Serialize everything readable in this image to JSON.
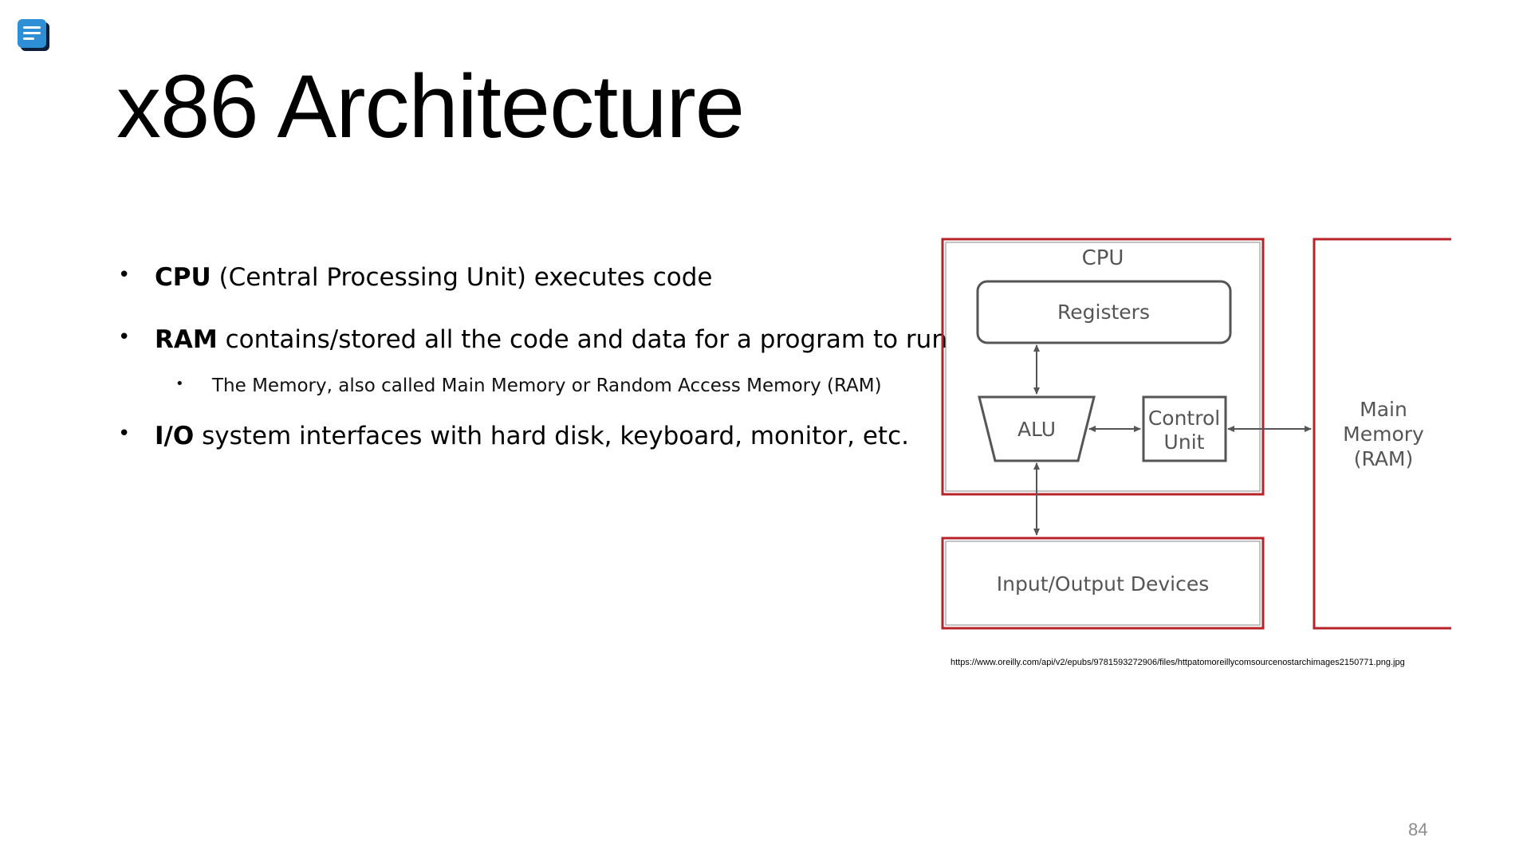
{
  "title": "x86 Architecture",
  "bullets": {
    "cpu": {
      "term": "CPU",
      "rest": " (Central Processing Unit) executes code"
    },
    "ram": {
      "term": "RAM",
      "rest": " contains/stored all the code and data for a program to run",
      "sub": "The Memory, also called Main Memory or Random Access Memory (RAM)"
    },
    "io": {
      "term": "I/O",
      "rest": " system interfaces with hard disk, keyboard, monitor, etc."
    }
  },
  "diagram": {
    "cpu_label": "CPU",
    "registers_label": "Registers",
    "alu_label": "ALU",
    "control_unit_line1": "Control",
    "control_unit_line2": "Unit",
    "main_memory_line1": "Main",
    "main_memory_line2": "Memory",
    "main_memory_line3": "(RAM)",
    "io_label": "Input/Output Devices",
    "highlight_color": "#b8232a",
    "line_color": "#555555"
  },
  "source_url": "https://www.oreilly.com/api/v2/epubs/9781593272906/files/httpatomoreillycomsourcenostarchimages2150771.png.jpg",
  "page_number": "84",
  "icons": {
    "app": "document-list-icon"
  }
}
